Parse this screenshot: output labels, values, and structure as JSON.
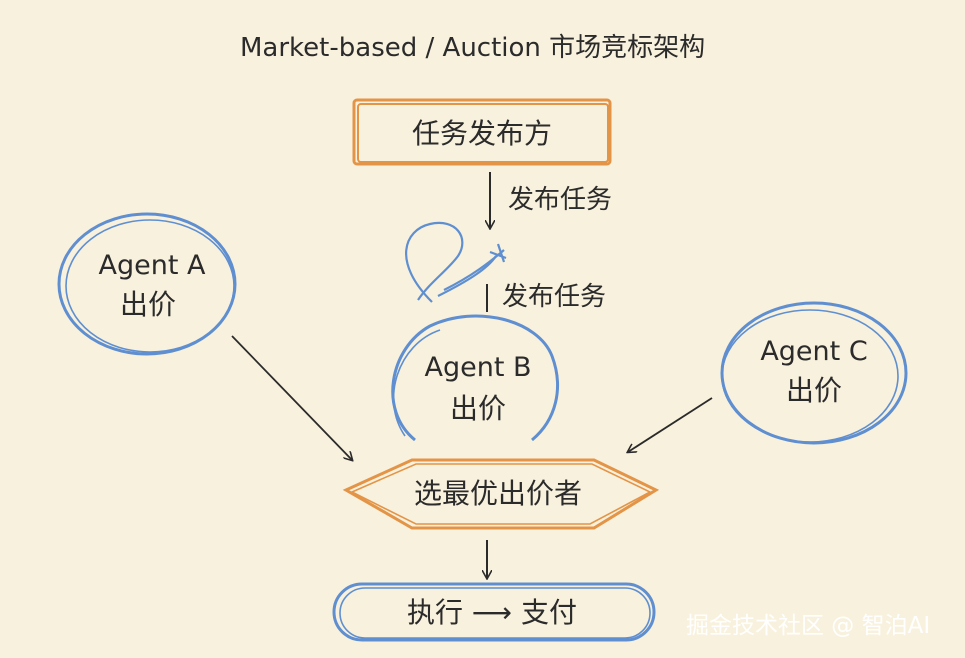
{
  "title": "Market-based / Auction   市场竞标架构",
  "publisher": {
    "label": "任务发布方"
  },
  "edge_publish_1": "发布任务",
  "edge_publish_2": "发布任务",
  "agent_a": {
    "name": "Agent A",
    "action": "出价"
  },
  "agent_b": {
    "name": "Agent B",
    "action": "出价"
  },
  "agent_c": {
    "name": "Agent C",
    "action": "出价"
  },
  "select": {
    "label": "选最优出价者"
  },
  "execute": {
    "label": "执行  ⟶  支付"
  },
  "watermark": "掘金技术社区 @ 智泊AI",
  "colors": {
    "orange": "#e39447",
    "blue": "#5f8fd0",
    "ink": "#2b2b2b",
    "background": "#f8f1dd"
  }
}
